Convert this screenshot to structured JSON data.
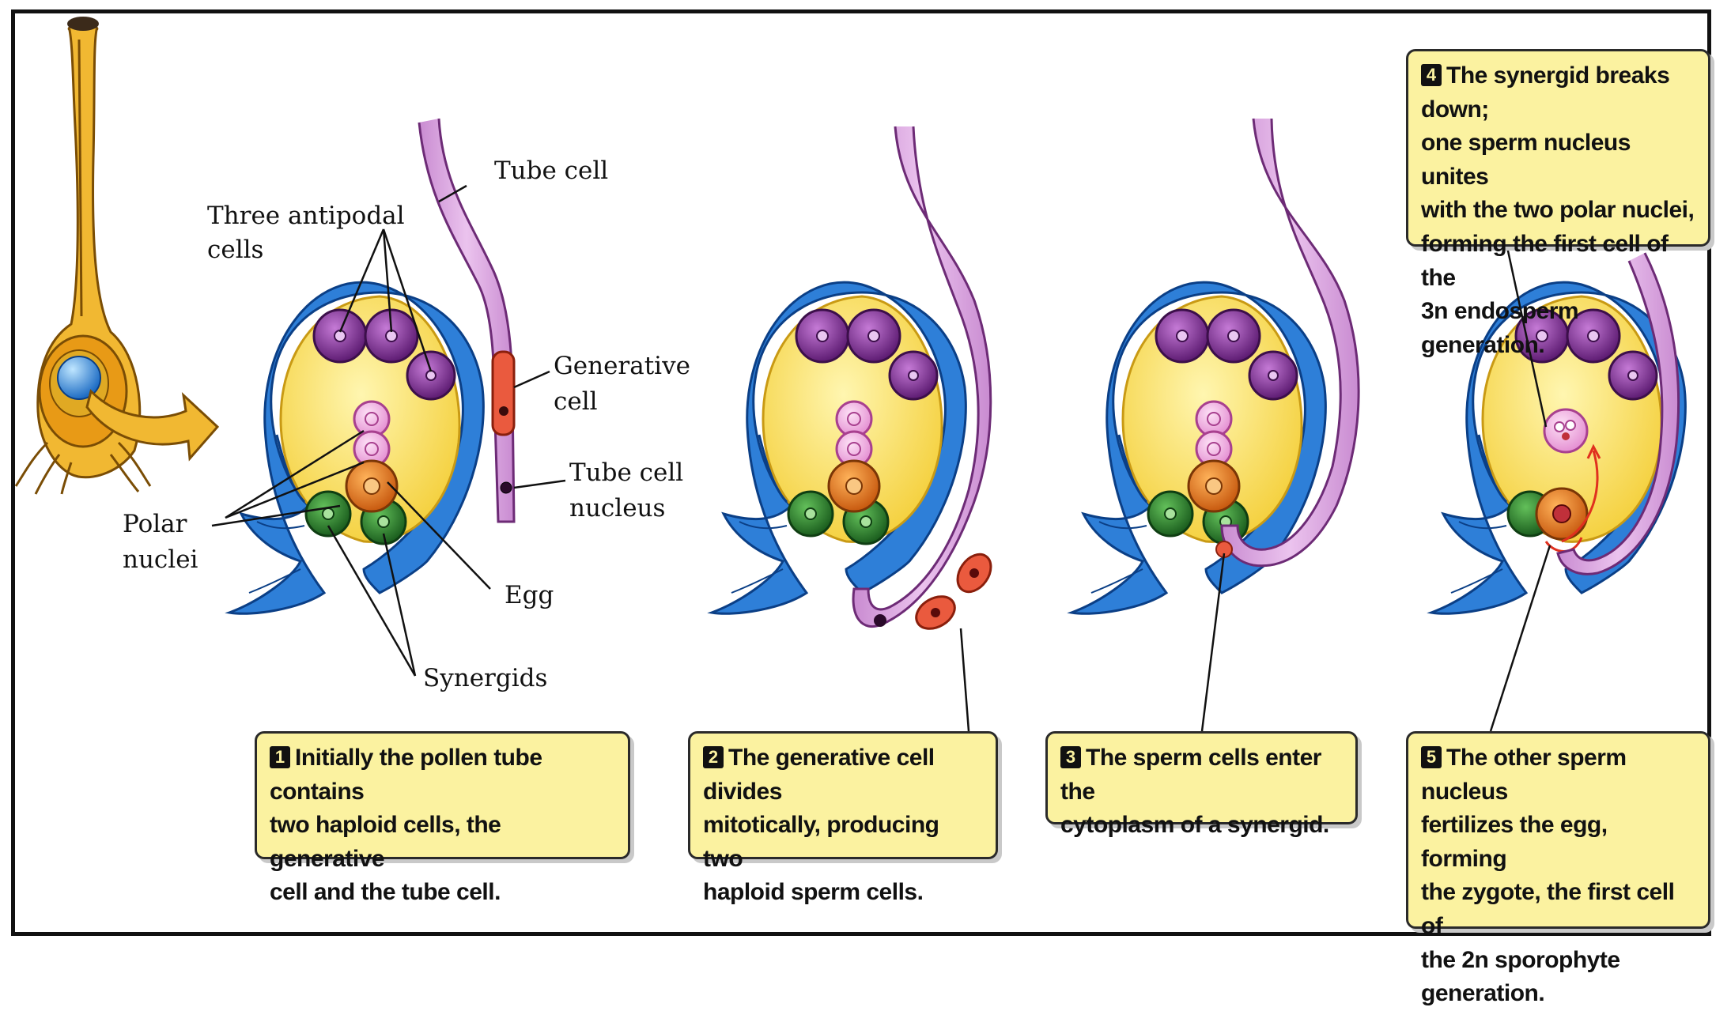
{
  "labels": {
    "tube_cell": "Tube cell",
    "three_antipodal": "Three antipodal",
    "cells": "cells",
    "generative": "Generative",
    "generative_cell": "cell",
    "tube_cell_nucleus_1": "Tube cell",
    "tube_cell_nucleus_2": "nucleus",
    "polar": "Polar",
    "nuclei": "nuclei",
    "egg": "Egg",
    "synergids": "Synergids"
  },
  "steps": [
    {
      "number": "1",
      "text": "Initially the pollen tube contains\ntwo haploid cells, the generative\ncell and the tube cell."
    },
    {
      "number": "2",
      "text": "The generative cell divides\nmitotically, producing two\nhaploid sperm cells."
    },
    {
      "number": "3",
      "text": "The sperm cells enter the\ncytoplasm of a synergid."
    },
    {
      "number": "4",
      "text": "The synergid breaks down;\none sperm nucleus unites\nwith the two polar nuclei,\nforming the first cell of the\n3n endosperm generation."
    },
    {
      "number": "5",
      "text": "The other sperm nucleus\nfertilizes the egg, forming\nthe zygote, the first cell of\nthe 2n sporophyte\ngeneration."
    }
  ],
  "colors": {
    "integument": "#2e7fd8",
    "embryo_sac": "#fbe36a",
    "antipodal": "#7a2d8c",
    "polar": "#f3b6e6",
    "egg": "#e8791e",
    "synergid": "#2f8c2f",
    "pollen_tube": "#d6a1dc",
    "generative": "#e5533a",
    "box_fill": "#fbf2a0"
  }
}
